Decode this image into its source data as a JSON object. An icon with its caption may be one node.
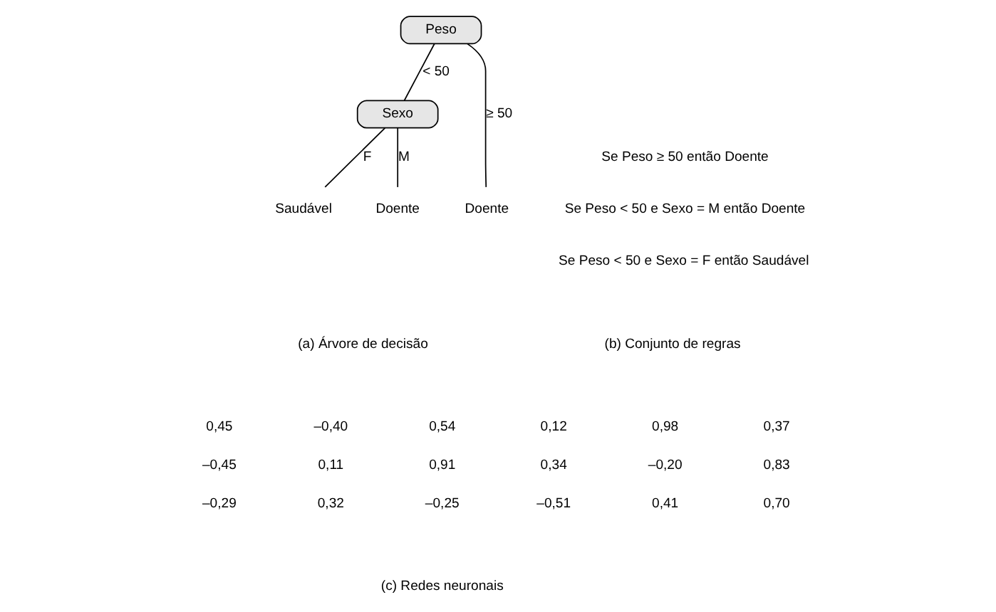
{
  "diagram": {
    "nodes": [
      {
        "text": [
          "Peso"
        ]
      },
      {
        "text": [
          "Sexo"
        ]
      },
      {
        "text": [
          "Doente"
        ]
      },
      {
        "text": [
          "Saudável"
        ]
      },
      {
        "text": [
          "Doente"
        ]
      }
    ],
    "edges": [
      {
        "from": 0,
        "to": 1,
        "arrow": "none",
        "label": "< 50"
      },
      {
        "from": 0,
        "to": 4,
        "arrow": "none",
        "label": "≥ 50"
      },
      {
        "from": 1,
        "to": 2,
        "arrow": "none",
        "label": "M"
      },
      {
        "from": 1,
        "to": 3,
        "arrow": "none",
        "label": "F"
      }
    ],
    "labels": [
      "Se Peso ≥ 50 então Doente",
      "Se Peso < 50 e Sexo = M então Doente",
      "Se Peso < 50 e Sexo = F então Saudável",
      "(a) Árvore de decisão",
      "(b) Conjunto de regras",
      "0,45",
      "–0,40",
      "0,54",
      "0,12",
      "0,98",
      "0,37",
      "–0,45",
      "0,11",
      "0,91",
      "0,34",
      "–0,20",
      "0,83",
      "–0,29",
      "0,32",
      "–0,25",
      "–0,51",
      "0,41",
      "0,70",
      "(c) Redes neuronais"
    ]
  }
}
